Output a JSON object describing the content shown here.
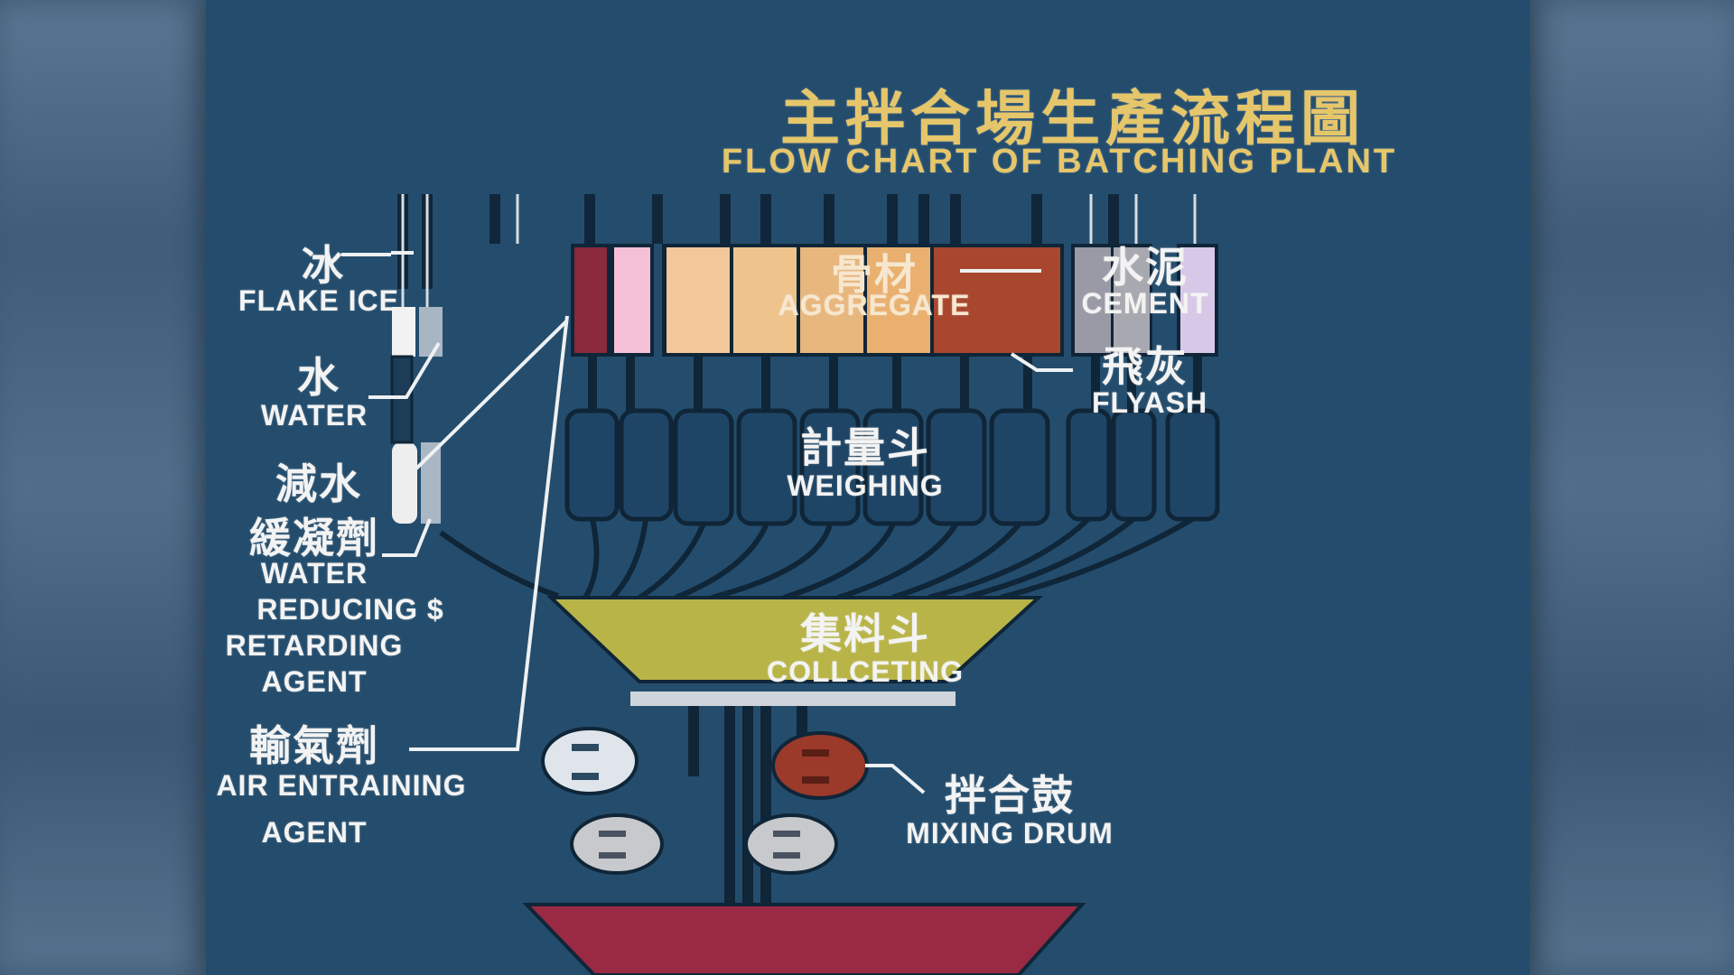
{
  "title": {
    "cn": "主拌合場生產流程圖",
    "en": "FLOW CHART OF BATCHING PLANT"
  },
  "labels": {
    "flake_ice": {
      "cn": "冰",
      "en": "FLAKE ICE"
    },
    "water": {
      "cn": "水",
      "en": "WATER"
    },
    "admixture": {
      "cn_line1": "減水",
      "cn_line2": "緩凝劑",
      "en_line1": "WATER",
      "en_line2": "REDUCING $",
      "en_line3": "RETARDING",
      "en_line4": "AGENT"
    },
    "air_entraining": {
      "cn": "輸氣劑",
      "en_line1": "AIR ENTRAINING",
      "en_line2": "AGENT"
    },
    "aggregate": {
      "cn": "骨材",
      "en": "AGGREGATE"
    },
    "cement": {
      "cn": "水泥",
      "en": "CEMENT"
    },
    "flyash": {
      "cn": "飛灰",
      "en": "FLYASH"
    },
    "weighing": {
      "cn": "計量斗",
      "en": "WEIGHING"
    },
    "collecting": {
      "cn": "集料斗",
      "en": "COLLCETING"
    },
    "mixing_drum": {
      "cn": "拌合鼓",
      "en": "MIXING DRUM"
    }
  },
  "colors": {
    "background": "#244d6d",
    "title": "#e6c66b",
    "label": "#f3f3f3",
    "aggregate_bins": [
      "#8a2a3a",
      "#f4c0d8",
      "#f2c89a",
      "#efc38c",
      "#e7b77d",
      "#e9b070",
      "#a8472e"
    ],
    "cement_bins": [
      "#9a9aa6",
      "#a8a8b0"
    ],
    "flyash_bin": "#d8c8e8",
    "collecting_hopper": "#b8b448",
    "mixing_drum_active": "#9b3a2a",
    "mixing_drum_idle": "#cfd3d8",
    "output_hopper": "#9a2a44"
  }
}
